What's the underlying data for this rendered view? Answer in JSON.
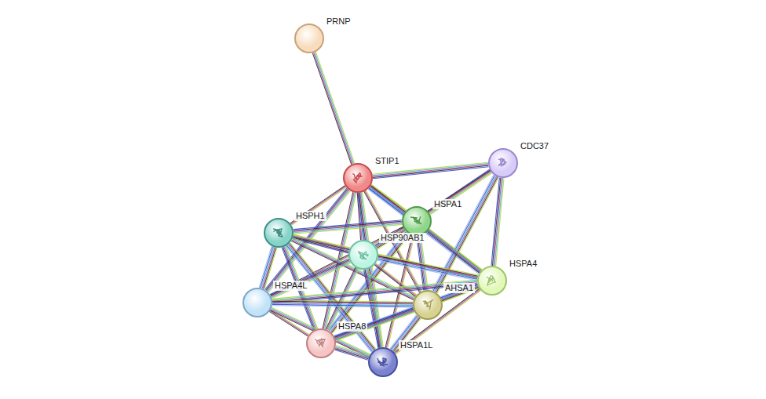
{
  "diagram": {
    "nodes": [
      {
        "text": [
          "PRNP"
        ]
      },
      {
        "text": [
          "STIP1"
        ]
      },
      {
        "text": [
          "CDC37"
        ]
      },
      {
        "text": [
          "HSPA1"
        ]
      },
      {
        "text": [
          "HSPH1"
        ]
      },
      {
        "text": [
          "HSP90AB1"
        ]
      },
      {
        "text": [
          "HSPA4L"
        ]
      },
      {
        "text": [
          "HSPA4"
        ]
      },
      {
        "text": [
          "AHSA1"
        ]
      },
      {
        "text": [
          "HSPA8"
        ]
      },
      {
        "text": [
          "HSPA1L"
        ]
      }
    ],
    "edges": [
      {
        "from": 0,
        "to": 1,
        "arrow": "none"
      },
      {
        "from": 1,
        "to": 2,
        "arrow": "none"
      },
      {
        "from": 1,
        "to": 3,
        "arrow": "none"
      },
      {
        "from": 1,
        "to": 4,
        "arrow": "none"
      },
      {
        "from": 1,
        "to": 5,
        "arrow": "none"
      },
      {
        "from": 1,
        "to": 6,
        "arrow": "none"
      },
      {
        "from": 1,
        "to": 7,
        "arrow": "none"
      },
      {
        "from": 1,
        "to": 8,
        "arrow": "none"
      },
      {
        "from": 1,
        "to": 9,
        "arrow": "none"
      },
      {
        "from": 1,
        "to": 10,
        "arrow": "none"
      },
      {
        "from": 2,
        "to": 3,
        "arrow": "none"
      },
      {
        "from": 2,
        "to": 5,
        "arrow": "none"
      },
      {
        "from": 2,
        "to": 7,
        "arrow": "none"
      },
      {
        "from": 2,
        "to": 8,
        "arrow": "none"
      },
      {
        "from": 3,
        "to": 4,
        "arrow": "none"
      },
      {
        "from": 3,
        "to": 5,
        "arrow": "none"
      },
      {
        "from": 3,
        "to": 6,
        "arrow": "none"
      },
      {
        "from": 3,
        "to": 7,
        "arrow": "none"
      },
      {
        "from": 3,
        "to": 8,
        "arrow": "none"
      },
      {
        "from": 3,
        "to": 9,
        "arrow": "none"
      },
      {
        "from": 3,
        "to": 10,
        "arrow": "none"
      },
      {
        "from": 4,
        "to": 5,
        "arrow": "none"
      },
      {
        "from": 4,
        "to": 6,
        "arrow": "none"
      },
      {
        "from": 4,
        "to": 7,
        "arrow": "none"
      },
      {
        "from": 4,
        "to": 8,
        "arrow": "none"
      },
      {
        "from": 4,
        "to": 9,
        "arrow": "none"
      },
      {
        "from": 4,
        "to": 10,
        "arrow": "none"
      },
      {
        "from": 5,
        "to": 6,
        "arrow": "none"
      },
      {
        "from": 5,
        "to": 7,
        "arrow": "none"
      },
      {
        "from": 5,
        "to": 8,
        "arrow": "none"
      },
      {
        "from": 5,
        "to": 9,
        "arrow": "none"
      },
      {
        "from": 5,
        "to": 10,
        "arrow": "none"
      },
      {
        "from": 6,
        "to": 7,
        "arrow": "none"
      },
      {
        "from": 6,
        "to": 8,
        "arrow": "none"
      },
      {
        "from": 6,
        "to": 9,
        "arrow": "none"
      },
      {
        "from": 6,
        "to": 10,
        "arrow": "none"
      },
      {
        "from": 7,
        "to": 8,
        "arrow": "none"
      },
      {
        "from": 7,
        "to": 9,
        "arrow": "none"
      },
      {
        "from": 7,
        "to": 10,
        "arrow": "none"
      },
      {
        "from": 8,
        "to": 9,
        "arrow": "none"
      },
      {
        "from": 8,
        "to": 10,
        "arrow": "none"
      },
      {
        "from": 9,
        "to": 10,
        "arrow": "none"
      }
    ]
  }
}
